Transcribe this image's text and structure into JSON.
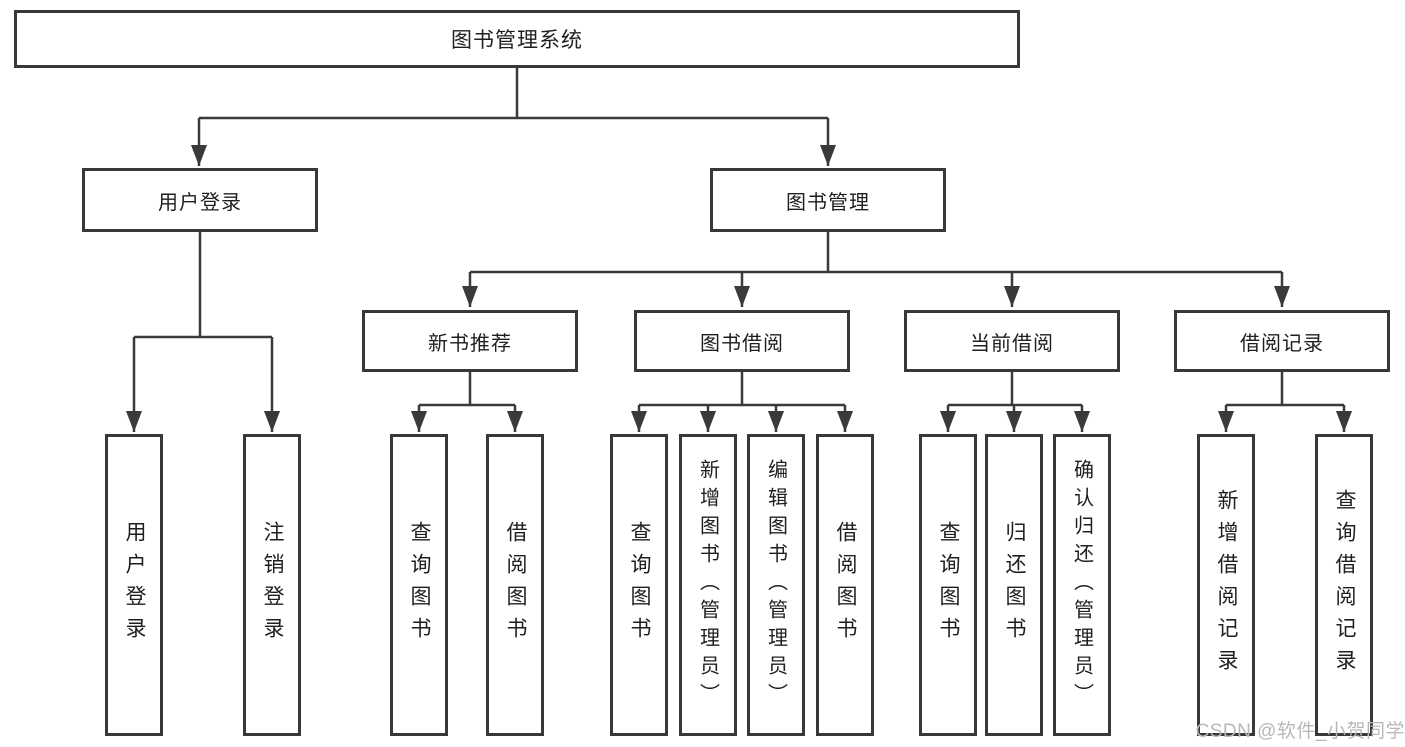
{
  "tree": {
    "root": {
      "label": "图书管理系统"
    },
    "branches": [
      {
        "label": "用户登录",
        "children": [
          {
            "label": "用户登录"
          },
          {
            "label": "注销登录"
          }
        ]
      },
      {
        "label": "图书管理",
        "children": [
          {
            "label": "新书推荐",
            "children": [
              {
                "label": "查询图书"
              },
              {
                "label": "借阅图书"
              }
            ]
          },
          {
            "label": "图书借阅",
            "children": [
              {
                "label": "查询图书"
              },
              {
                "label": "新增图书（管理员）"
              },
              {
                "label": "编辑图书（管理员）"
              },
              {
                "label": "借阅图书"
              }
            ]
          },
          {
            "label": "当前借阅",
            "children": [
              {
                "label": "查询图书"
              },
              {
                "label": "归还图书"
              },
              {
                "label": "确认归还（管理员）"
              }
            ]
          },
          {
            "label": "借阅记录",
            "children": [
              {
                "label": "新增借阅记录"
              },
              {
                "label": "查询借阅记录"
              }
            ]
          }
        ]
      }
    ]
  },
  "watermark": {
    "text": "CSDN @软件_小贺同学"
  },
  "colors": {
    "line": "#3a3a3a",
    "box_border": "#383838",
    "text": "#1f1f1f",
    "watermark": "#b8b8b8",
    "background": "#ffffff"
  }
}
